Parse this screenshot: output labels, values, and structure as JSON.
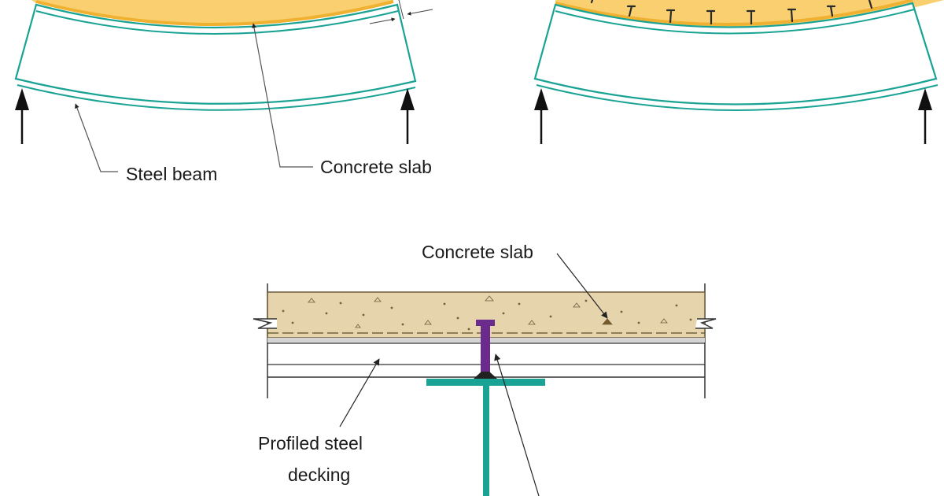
{
  "labels": {
    "steel_beam": "Steel beam",
    "concrete_slab_top": "Concrete slab",
    "concrete_slab_section": "Concrete slab",
    "decking_line1": "Profiled steel",
    "decking_line2": "decking"
  },
  "colors": {
    "beam_teal": "#1aa394",
    "slab_orange": "#f0b030",
    "slab_fill": "#f9cf70",
    "concrete_fill": "#e6d4ad",
    "stud_purple": "#6a2b8c",
    "arrow_black": "#111111",
    "leader_grey": "#555555"
  },
  "icons": [
    "support-arrow-icon",
    "shear-stud-icon",
    "slab-break-icon"
  ]
}
